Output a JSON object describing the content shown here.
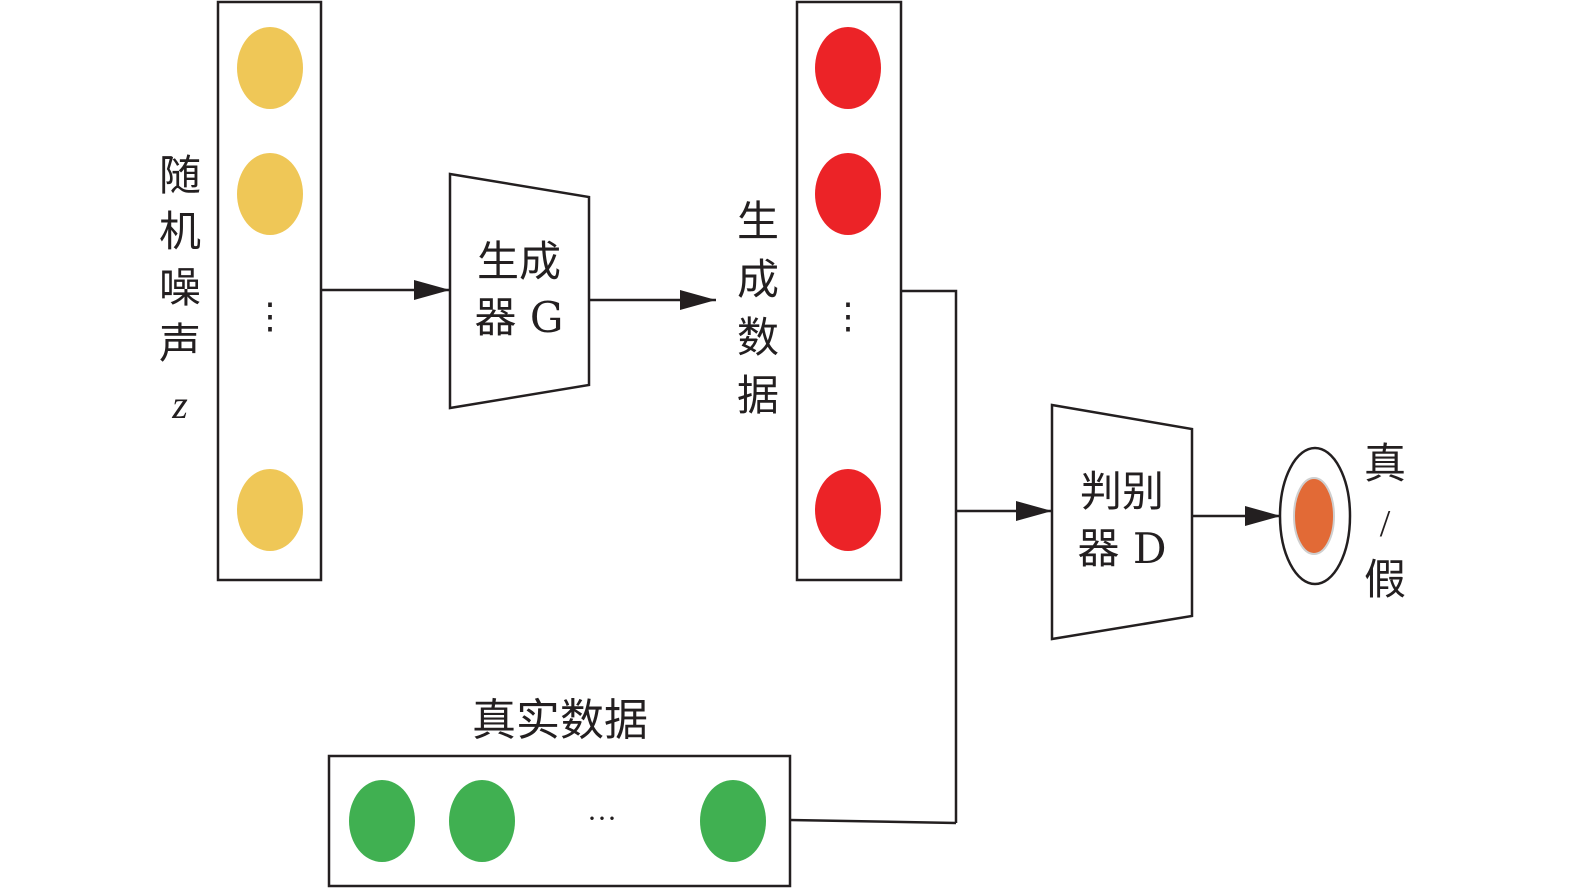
{
  "diagram": {
    "title": "GAN architecture",
    "colors": {
      "noise": "#efc757",
      "generated": "#ec2327",
      "real": "#40b051",
      "output": "#e26a36",
      "stroke": "#231f20"
    },
    "noise": {
      "label_chars": [
        "随",
        "机",
        "噪",
        "声"
      ],
      "symbol": "z",
      "ellipsis": "⋮"
    },
    "generator": {
      "line1": "生成",
      "line2": "器 G"
    },
    "generated": {
      "label_chars": [
        "生",
        "成",
        "数",
        "据"
      ],
      "ellipsis": "⋮"
    },
    "discriminator": {
      "line1": "判别",
      "line2": "器 D"
    },
    "output": {
      "label_chars": [
        "真",
        "/",
        "假"
      ]
    },
    "real": {
      "label": "真实数据",
      "ellipsis": "···"
    }
  }
}
